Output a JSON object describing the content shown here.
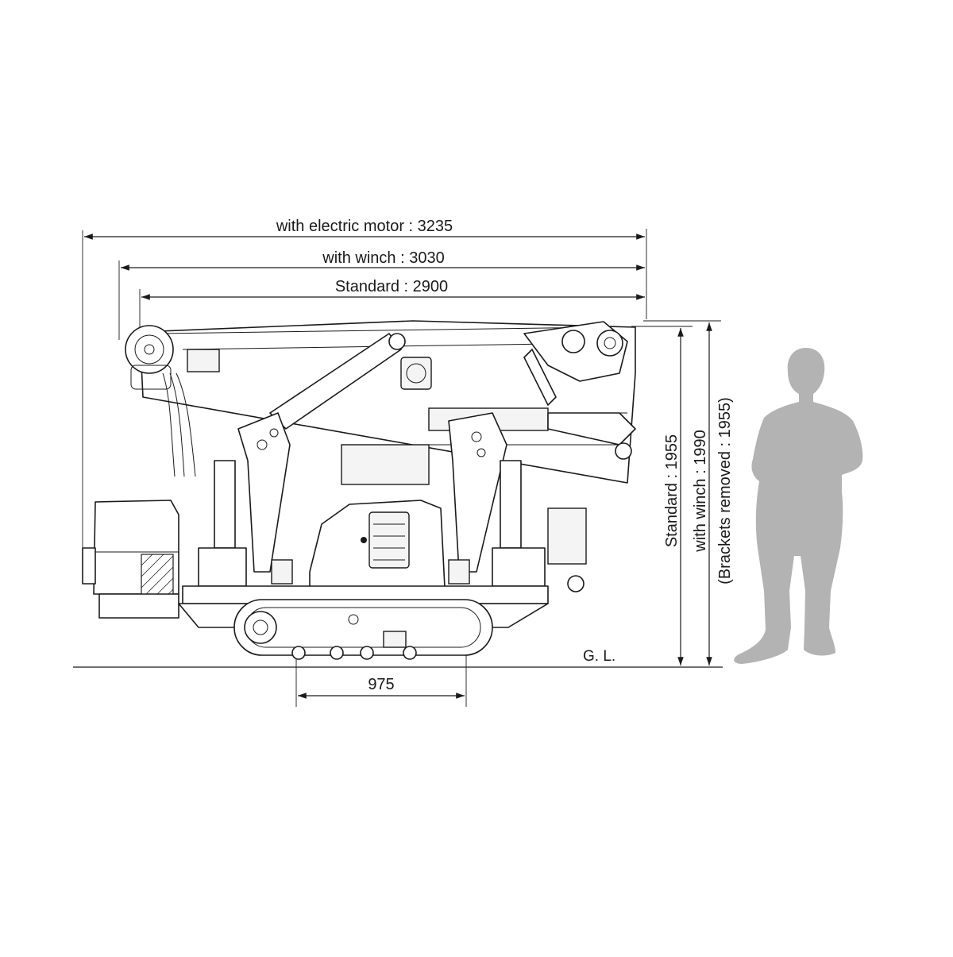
{
  "dimensions": {
    "length_electric_motor": "with electric motor : 3235",
    "length_winch": "with winch : 3030",
    "length_standard": "Standard : 2900",
    "height_standard": "Standard : 1955",
    "height_winch": "with winch : 1990",
    "height_brackets_removed": "(Brackets removed : 1955)",
    "track_width": "975",
    "ground_line": "G. L."
  },
  "colors": {
    "line": "#1a1a1a",
    "person_silhouette": "#b3b3b3"
  }
}
